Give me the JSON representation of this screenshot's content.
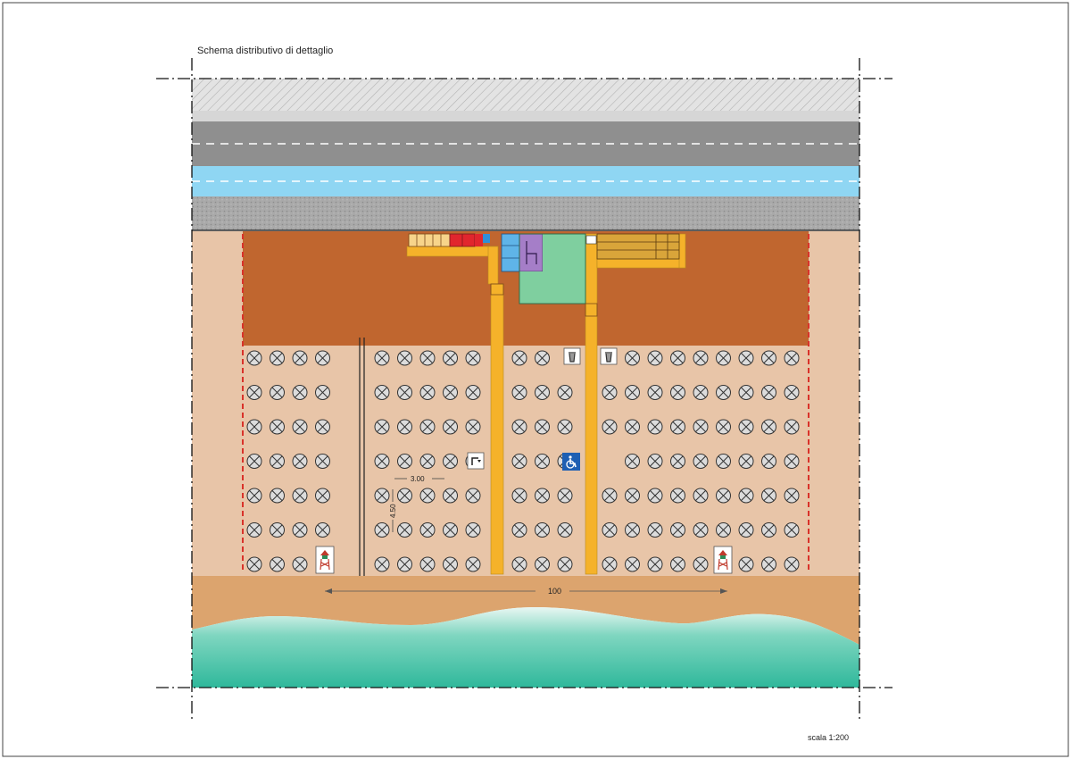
{
  "title": "Schema distributivo di dettaglio",
  "scale_label": "scala 1:200",
  "dimensions": {
    "total_length": "100",
    "umbrella_spacing_x": "3.00",
    "umbrella_spacing_y": "4.50"
  },
  "colors": {
    "sidewalk": "#d9d9d9",
    "road": "#8f8f8f",
    "bike_lane": "#8fd6f3",
    "pavement": "#a9a9a9",
    "service_area": "#c0662f",
    "beach": "#e8c5a8",
    "shoreline_sand": "#dca46e",
    "sea": "#39bfa5",
    "walkway": "#f5b22a",
    "boundary_dash": "#d9322a"
  },
  "umbrella_grid": {
    "rows": 7,
    "blocks": [
      {
        "name": "block-west",
        "columns": 4
      },
      {
        "name": "block-centre-west",
        "columns": 5
      },
      {
        "name": "block-centre",
        "columns": 3
      },
      {
        "name": "block-east",
        "columns": 9
      }
    ]
  },
  "facility_icons": [
    "trash-bin-icon",
    "trash-bin-icon",
    "shower-icon",
    "wheelchair-icon",
    "lifeguard-tower-icon",
    "lifeguard-tower-icon"
  ]
}
